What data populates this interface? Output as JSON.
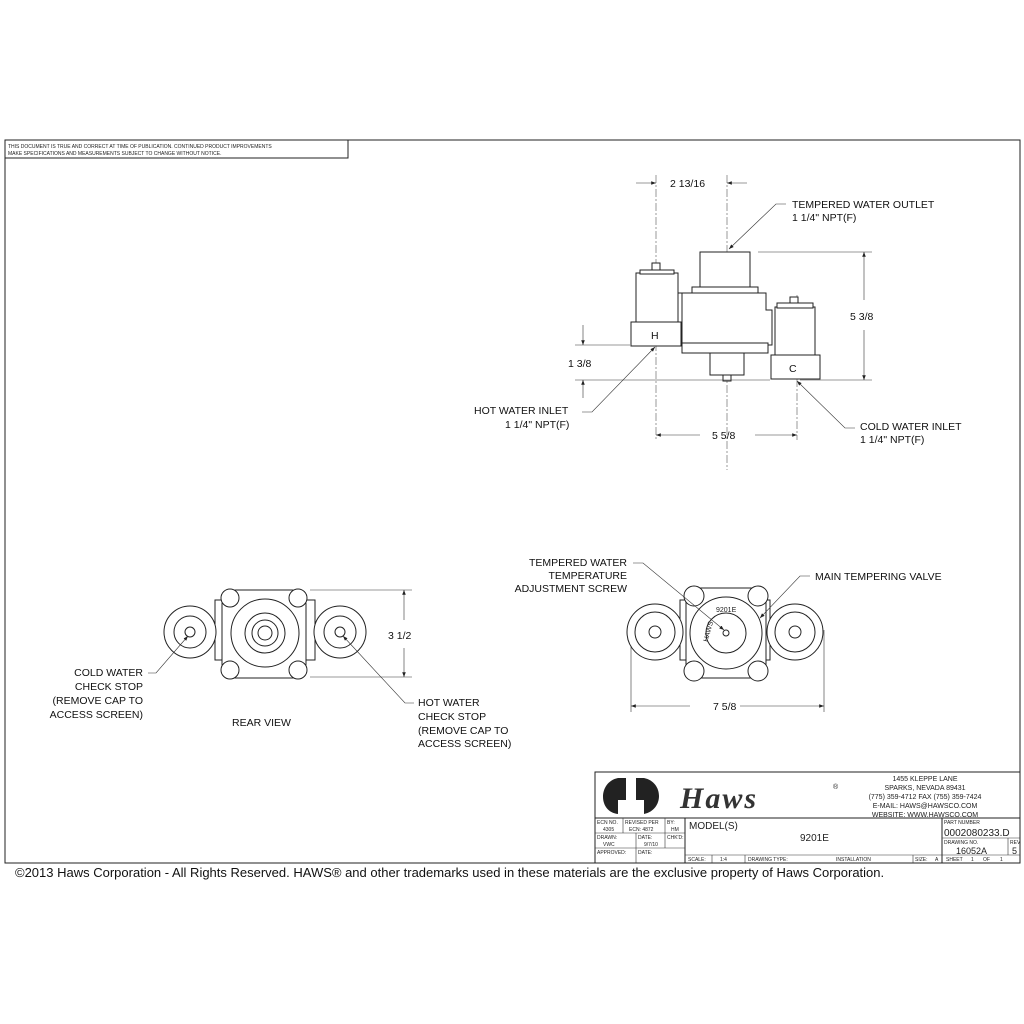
{
  "notice": [
    "THIS DOCUMENT IS TRUE AND CORRECT AT TIME OF PUBLICATION. CONTINUED PRODUCT IMPROVEMENTS",
    "MAKE SPECIFICATIONS AND MEASUREMENTS SUBJECT TO CHANGE WITHOUT NOTICE."
  ],
  "top_view": {
    "dim_width_outlet": "2 13/16",
    "dim_height": "5 3/8",
    "dim_inlet_height": "1 3/8",
    "dim_inlet_spacing": "5 5/8",
    "outlet_label": [
      "TEMPERED WATER OUTLET",
      "1 1/4\" NPT(F)"
    ],
    "hot_label": [
      "HOT WATER INLET",
      "1 1/4\" NPT(F)"
    ],
    "cold_label": [
      "COLD WATER INLET",
      "1 1/4\" NPT(F)"
    ],
    "hot_marker": "H",
    "cold_marker": "C"
  },
  "front_view": {
    "adjust_label": [
      "TEMPERED WATER",
      "TEMPERATURE",
      "ADJUSTMENT SCREW"
    ],
    "valve_label": "MAIN TEMPERING VALVE",
    "dim_width": "7 5/8",
    "body_text": [
      "HAWS",
      "9201E"
    ]
  },
  "rear_view": {
    "title": "REAR VIEW",
    "dim_height": "3 1/2",
    "cold_label": [
      "COLD WATER",
      "CHECK STOP",
      "(REMOVE CAP TO",
      "ACCESS SCREEN)"
    ],
    "hot_label": [
      "HOT WATER",
      "CHECK STOP",
      "(REMOVE CAP TO",
      "ACCESS SCREEN)"
    ]
  },
  "title_block": {
    "logo_text": "Haws",
    "registered": "®",
    "address": [
      "1455 KLEPPE LANE",
      "SPARKS, NEVADA  89431",
      "(775) 359-4712  FAX (755) 359-7424",
      "E-MAIL:  HAWS@HAWSCO.COM",
      "WEBSITE: WWW.HAWSCO.COM"
    ],
    "ecn_no_label": "ECN NO.",
    "ecn_no": "4305",
    "revised_per_label": "REVISED PER",
    "revised_per": "ECN: 4872",
    "by_label": "BY:",
    "by": "HM",
    "drawn_label": "DRAWN:",
    "drawn": "VWC",
    "date_label": "DATE:",
    "date": "9/7/10",
    "chkd_label": "CHK'D:",
    "approved_label": "APPROVED:",
    "approved_date_label": "DATE:",
    "models_label": "MODEL(S)",
    "model": "9201E",
    "part_number_label": "PART NUMBER",
    "part_number": "0002080233.D",
    "drawing_no_label": "DRAWING NO.",
    "drawing_no": "16052A",
    "rev_label": "REV",
    "rev": "5",
    "scale_label": "SCALE:",
    "scale": "1:4",
    "drawing_type_label": "DRAWING TYPE:",
    "drawing_type": "INSTALLATION",
    "size_label": "SIZE:",
    "size": "A",
    "sheet_label": "SHEET",
    "sheet": "1",
    "of_label": "OF",
    "sheet_total": "1"
  },
  "copyright": "©2013 Haws Corporation - All Rights Reserved.  HAWS® and other trademarks used in these materials are the exclusive property of Haws Corporation."
}
